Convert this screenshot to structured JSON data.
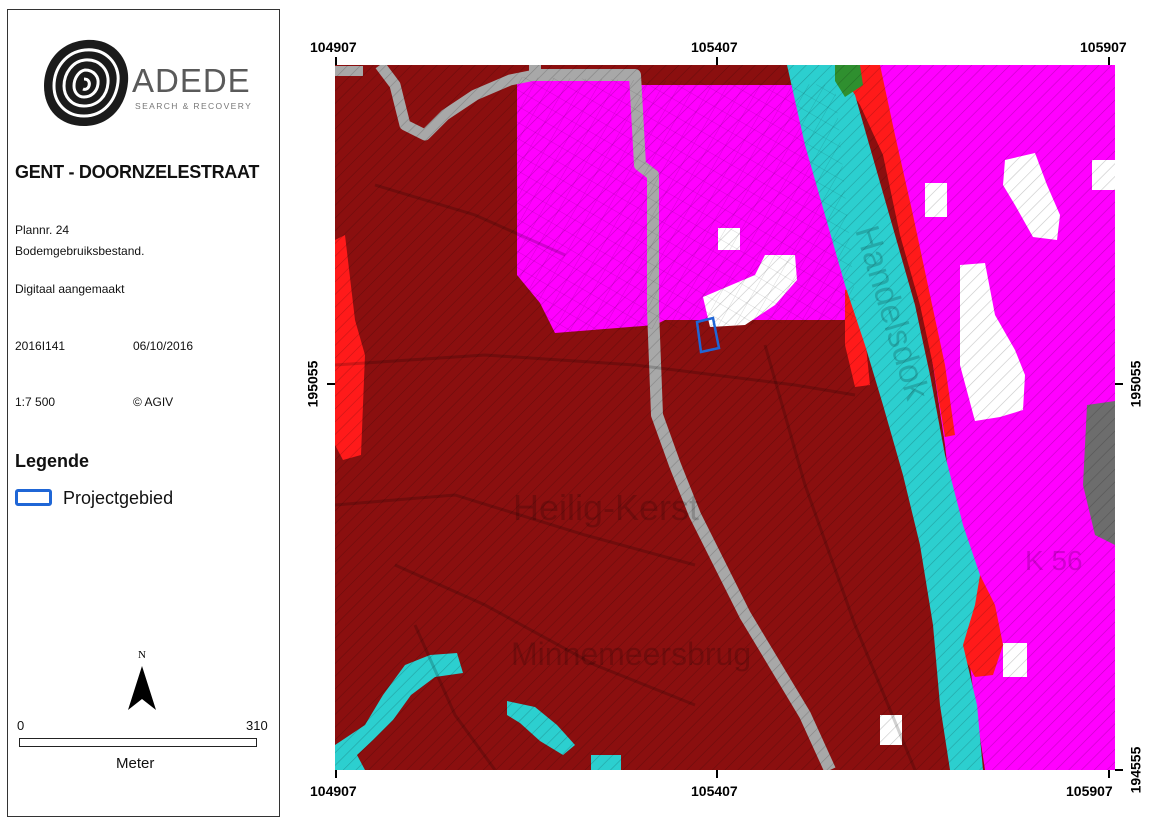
{
  "logo": {
    "name": "ADEDE",
    "tagline": "SEARCH & RECOVERY"
  },
  "project": {
    "title": "GENT - DOORNZELESTRAAT",
    "plan_number": "Plannr. 24",
    "plan_description": "Bodemgebruiksbestand.",
    "creation": "Digitaal aangemaakt",
    "code": "2016I141",
    "date": "06/10/2016",
    "scale": "1:7 500",
    "copyright": "© AGIV"
  },
  "legend": {
    "title": "Legende",
    "items": [
      {
        "label": "Projectgebied",
        "color": "#1f66d6"
      }
    ]
  },
  "north_arrow": {
    "label": "N"
  },
  "scale_bar": {
    "min": "0",
    "max": "310",
    "unit": "Meter"
  },
  "map": {
    "coords": {
      "x_left": "104907",
      "x_mid": "105407",
      "x_right": "105907",
      "y_mid": "195055",
      "y_bottom": "194555"
    },
    "place_labels": [
      "Heilig-Kerst",
      "Minnemeersbrug",
      "Handelsdok",
      "K 56"
    ],
    "colors": {
      "built_up": "#8b0f0f",
      "industry": "#ff00ff",
      "water": "#2ccfcf",
      "road": "#a8a8a8",
      "infrastructure": "#ff1a1a",
      "open": "#ffffff",
      "rail": "#6d6d6d",
      "green": "#2f8f2f"
    }
  }
}
